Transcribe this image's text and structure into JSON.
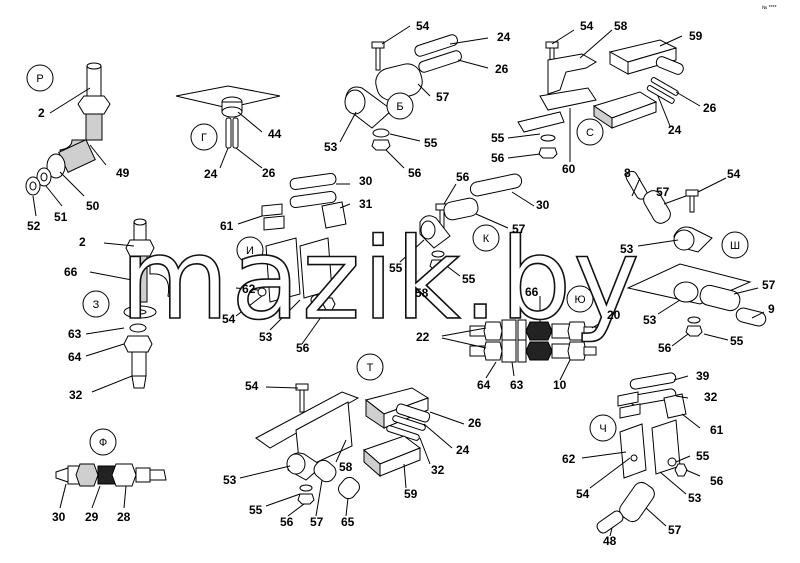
{
  "page": {
    "corner_mark": "№ ****"
  },
  "watermark": "mazik.by",
  "group_labels": {
    "R": "Р",
    "G": "Г",
    "B": "Б",
    "S": "С",
    "I": "И",
    "K": "К",
    "Sh": "Ш",
    "Z": "З",
    "Yu": "Ю",
    "T": "Т",
    "F": "Ф",
    "Ch": "Ч"
  },
  "numbers": [
    {
      "id": "n1",
      "t": "54"
    },
    {
      "id": "n2",
      "t": "24"
    },
    {
      "id": "n3",
      "t": "26"
    },
    {
      "id": "n4",
      "t": "57"
    },
    {
      "id": "n5",
      "t": "53"
    },
    {
      "id": "n6",
      "t": "55"
    },
    {
      "id": "n7",
      "t": "56"
    },
    {
      "id": "n8",
      "t": "54"
    },
    {
      "id": "n9",
      "t": "58"
    },
    {
      "id": "n10",
      "t": "59"
    },
    {
      "id": "n11",
      "t": "26"
    },
    {
      "id": "n12",
      "t": "24"
    },
    {
      "id": "n13",
      "t": "55"
    },
    {
      "id": "n14",
      "t": "56"
    },
    {
      "id": "n15",
      "t": "60"
    },
    {
      "id": "n16",
      "t": "2"
    },
    {
      "id": "n17",
      "t": "49"
    },
    {
      "id": "n18",
      "t": "50"
    },
    {
      "id": "n19",
      "t": "51"
    },
    {
      "id": "n20",
      "t": "52"
    },
    {
      "id": "n21",
      "t": "44"
    },
    {
      "id": "n22",
      "t": "24"
    },
    {
      "id": "n23",
      "t": "26"
    },
    {
      "id": "n24",
      "t": "30"
    },
    {
      "id": "n25",
      "t": "31"
    },
    {
      "id": "n26",
      "t": "61"
    },
    {
      "id": "n27",
      "t": "62"
    },
    {
      "id": "n28",
      "t": "54"
    },
    {
      "id": "n29",
      "t": "53"
    },
    {
      "id": "n30",
      "t": "56"
    },
    {
      "id": "n31",
      "t": "56"
    },
    {
      "id": "n32",
      "t": "30"
    },
    {
      "id": "n33",
      "t": "57"
    },
    {
      "id": "n34",
      "t": "55"
    },
    {
      "id": "n35",
      "t": "55"
    },
    {
      "id": "n36",
      "t": "58"
    },
    {
      "id": "n37",
      "t": "8"
    },
    {
      "id": "n38",
      "t": "57"
    },
    {
      "id": "n39",
      "t": "54"
    },
    {
      "id": "n40",
      "t": "53"
    },
    {
      "id": "n41",
      "t": "57"
    },
    {
      "id": "n42",
      "t": "9"
    },
    {
      "id": "n43",
      "t": "53"
    },
    {
      "id": "n44",
      "t": "55"
    },
    {
      "id": "n45",
      "t": "56"
    },
    {
      "id": "n46",
      "t": "2"
    },
    {
      "id": "n47",
      "t": "66"
    },
    {
      "id": "n48",
      "t": "63"
    },
    {
      "id": "n49",
      "t": "64"
    },
    {
      "id": "n50",
      "t": "32"
    },
    {
      "id": "n51",
      "t": "66"
    },
    {
      "id": "n52",
      "t": "20"
    },
    {
      "id": "n53",
      "t": "22"
    },
    {
      "id": "n54",
      "t": "64"
    },
    {
      "id": "n55",
      "t": "63"
    },
    {
      "id": "n56",
      "t": "10"
    },
    {
      "id": "n57",
      "t": "54"
    },
    {
      "id": "n58",
      "t": "26"
    },
    {
      "id": "n59",
      "t": "24"
    },
    {
      "id": "n60",
      "t": "32"
    },
    {
      "id": "n61",
      "t": "53"
    },
    {
      "id": "n62",
      "t": "58"
    },
    {
      "id": "n63",
      "t": "59"
    },
    {
      "id": "n64",
      "t": "55"
    },
    {
      "id": "n65",
      "t": "56"
    },
    {
      "id": "n66",
      "t": "57"
    },
    {
      "id": "n67",
      "t": "65"
    },
    {
      "id": "n68",
      "t": "39"
    },
    {
      "id": "n69",
      "t": "32"
    },
    {
      "id": "n70",
      "t": "61"
    },
    {
      "id": "n71",
      "t": "62"
    },
    {
      "id": "n72",
      "t": "55"
    },
    {
      "id": "n73",
      "t": "56"
    },
    {
      "id": "n74",
      "t": "54"
    },
    {
      "id": "n75",
      "t": "53"
    },
    {
      "id": "n76",
      "t": "57"
    },
    {
      "id": "n77",
      "t": "48"
    },
    {
      "id": "n78",
      "t": "30"
    },
    {
      "id": "n79",
      "t": "29"
    },
    {
      "id": "n80",
      "t": "28"
    }
  ]
}
